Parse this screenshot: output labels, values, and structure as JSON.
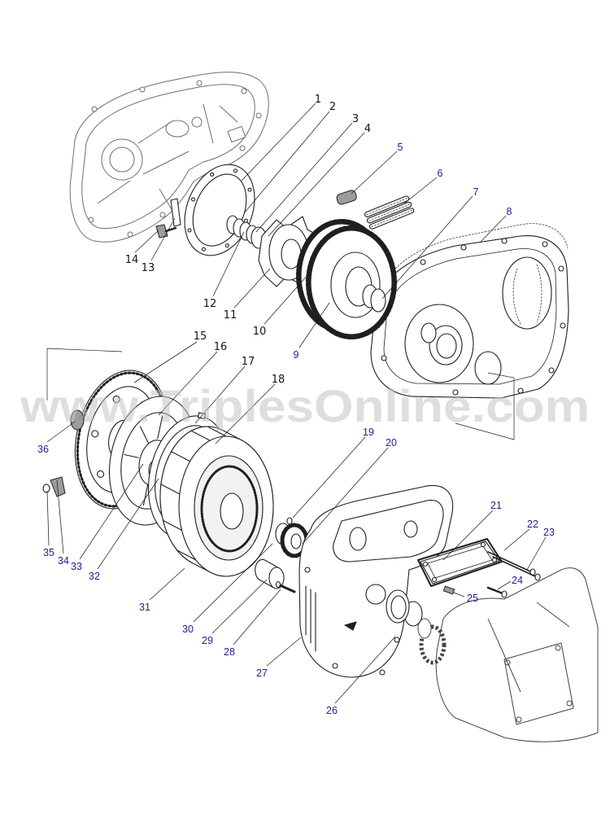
{
  "watermark": "www.TriplesOnline.com",
  "colors": {
    "line_art": "#1f1f1f",
    "faded_line_art": "#6e6e6e",
    "callout_black": "#141414",
    "callout_blue": "#1e1e8c",
    "watermark": "#c4c4c4"
  },
  "callouts": [
    "1",
    "2",
    "3",
    "4",
    "5",
    "6",
    "7",
    "8",
    "9",
    "10",
    "11",
    "12",
    "13",
    "14",
    "15",
    "16",
    "17",
    "18",
    "19",
    "20",
    "21",
    "22",
    "23",
    "24",
    "25",
    "26",
    "27",
    "28",
    "29",
    "30",
    "31",
    "32",
    "33",
    "34",
    "35",
    "36"
  ]
}
